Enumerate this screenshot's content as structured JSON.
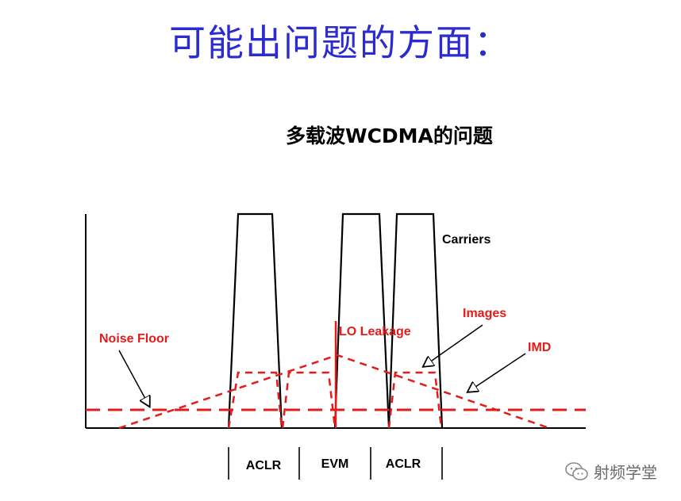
{
  "title": "可能出问题的方面：",
  "subtitle": "多载波WCDMA的问题",
  "labels": {
    "carriers": "Carriers",
    "noise_floor": "Noise Floor",
    "lo_leakage": "LO Leakage",
    "images": "Images",
    "imd": "IMD"
  },
  "bands": [
    "ACLR",
    "EVM",
    "ACLR"
  ],
  "colors": {
    "title": "#2b2bd0",
    "red": "#e31b1b",
    "black": "#000000"
  },
  "watermark": {
    "text": "射频学堂",
    "icon": "wechat-icon"
  }
}
